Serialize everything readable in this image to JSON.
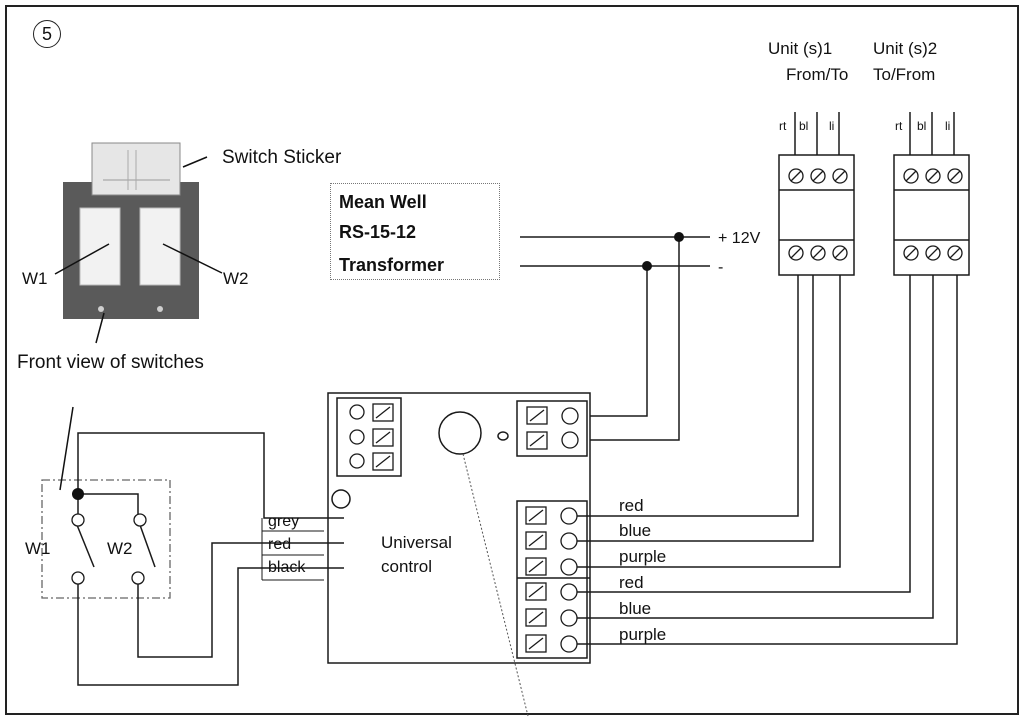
{
  "step_number": "5",
  "switch_sticker_label": "Switch Sticker",
  "front_view_label": "Front view of switches",
  "switch_labels": {
    "w1": "W1",
    "w2": "W2"
  },
  "power_supply": {
    "line1": "Mean Well",
    "line2": "RS-15-12",
    "line3": "Transformer"
  },
  "supply_polarity": {
    "positive": "+ 12V",
    "negative": "-"
  },
  "units": {
    "unit1_title": "Unit (s)1",
    "unit1_sub": "From/To",
    "unit2_title": "Unit (s)2",
    "unit2_sub": "To/From",
    "terminal_labels": [
      "rt",
      "bl",
      "li"
    ]
  },
  "universal_control": {
    "line1": "Universal",
    "line2": "control"
  },
  "switch_wires": [
    "grey",
    "red",
    "black"
  ],
  "output_wires": [
    "red",
    "blue",
    "purple",
    "red",
    "blue",
    "purple"
  ],
  "colors": {
    "line": "#1a1a1a",
    "terminal_fill": "#ffffff",
    "switch_plate": "#5a5a5a"
  }
}
